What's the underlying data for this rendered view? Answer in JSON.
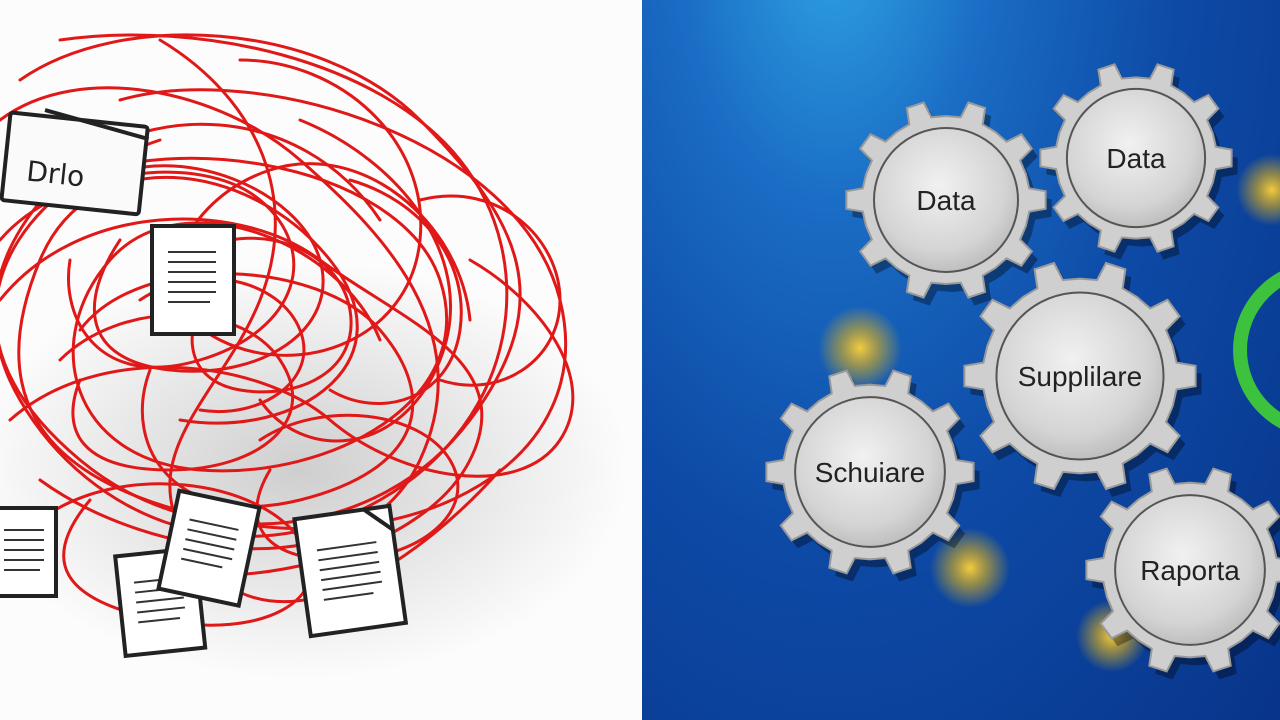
{
  "left_panel": {
    "folder_label": "Drlo"
  },
  "right_panel": {
    "gears": [
      {
        "label": "Data"
      },
      {
        "label": "Data"
      },
      {
        "label": "Supplilare"
      },
      {
        "label": "Schuiare"
      },
      {
        "label": "Raporta"
      }
    ]
  },
  "colors": {
    "tangle_red": "#e01818",
    "background_blue": "#0d4aa6",
    "gear_gray": "#cfcfcf",
    "star_yellow": "#f2c21b",
    "ring_green": "#3cc23c"
  }
}
